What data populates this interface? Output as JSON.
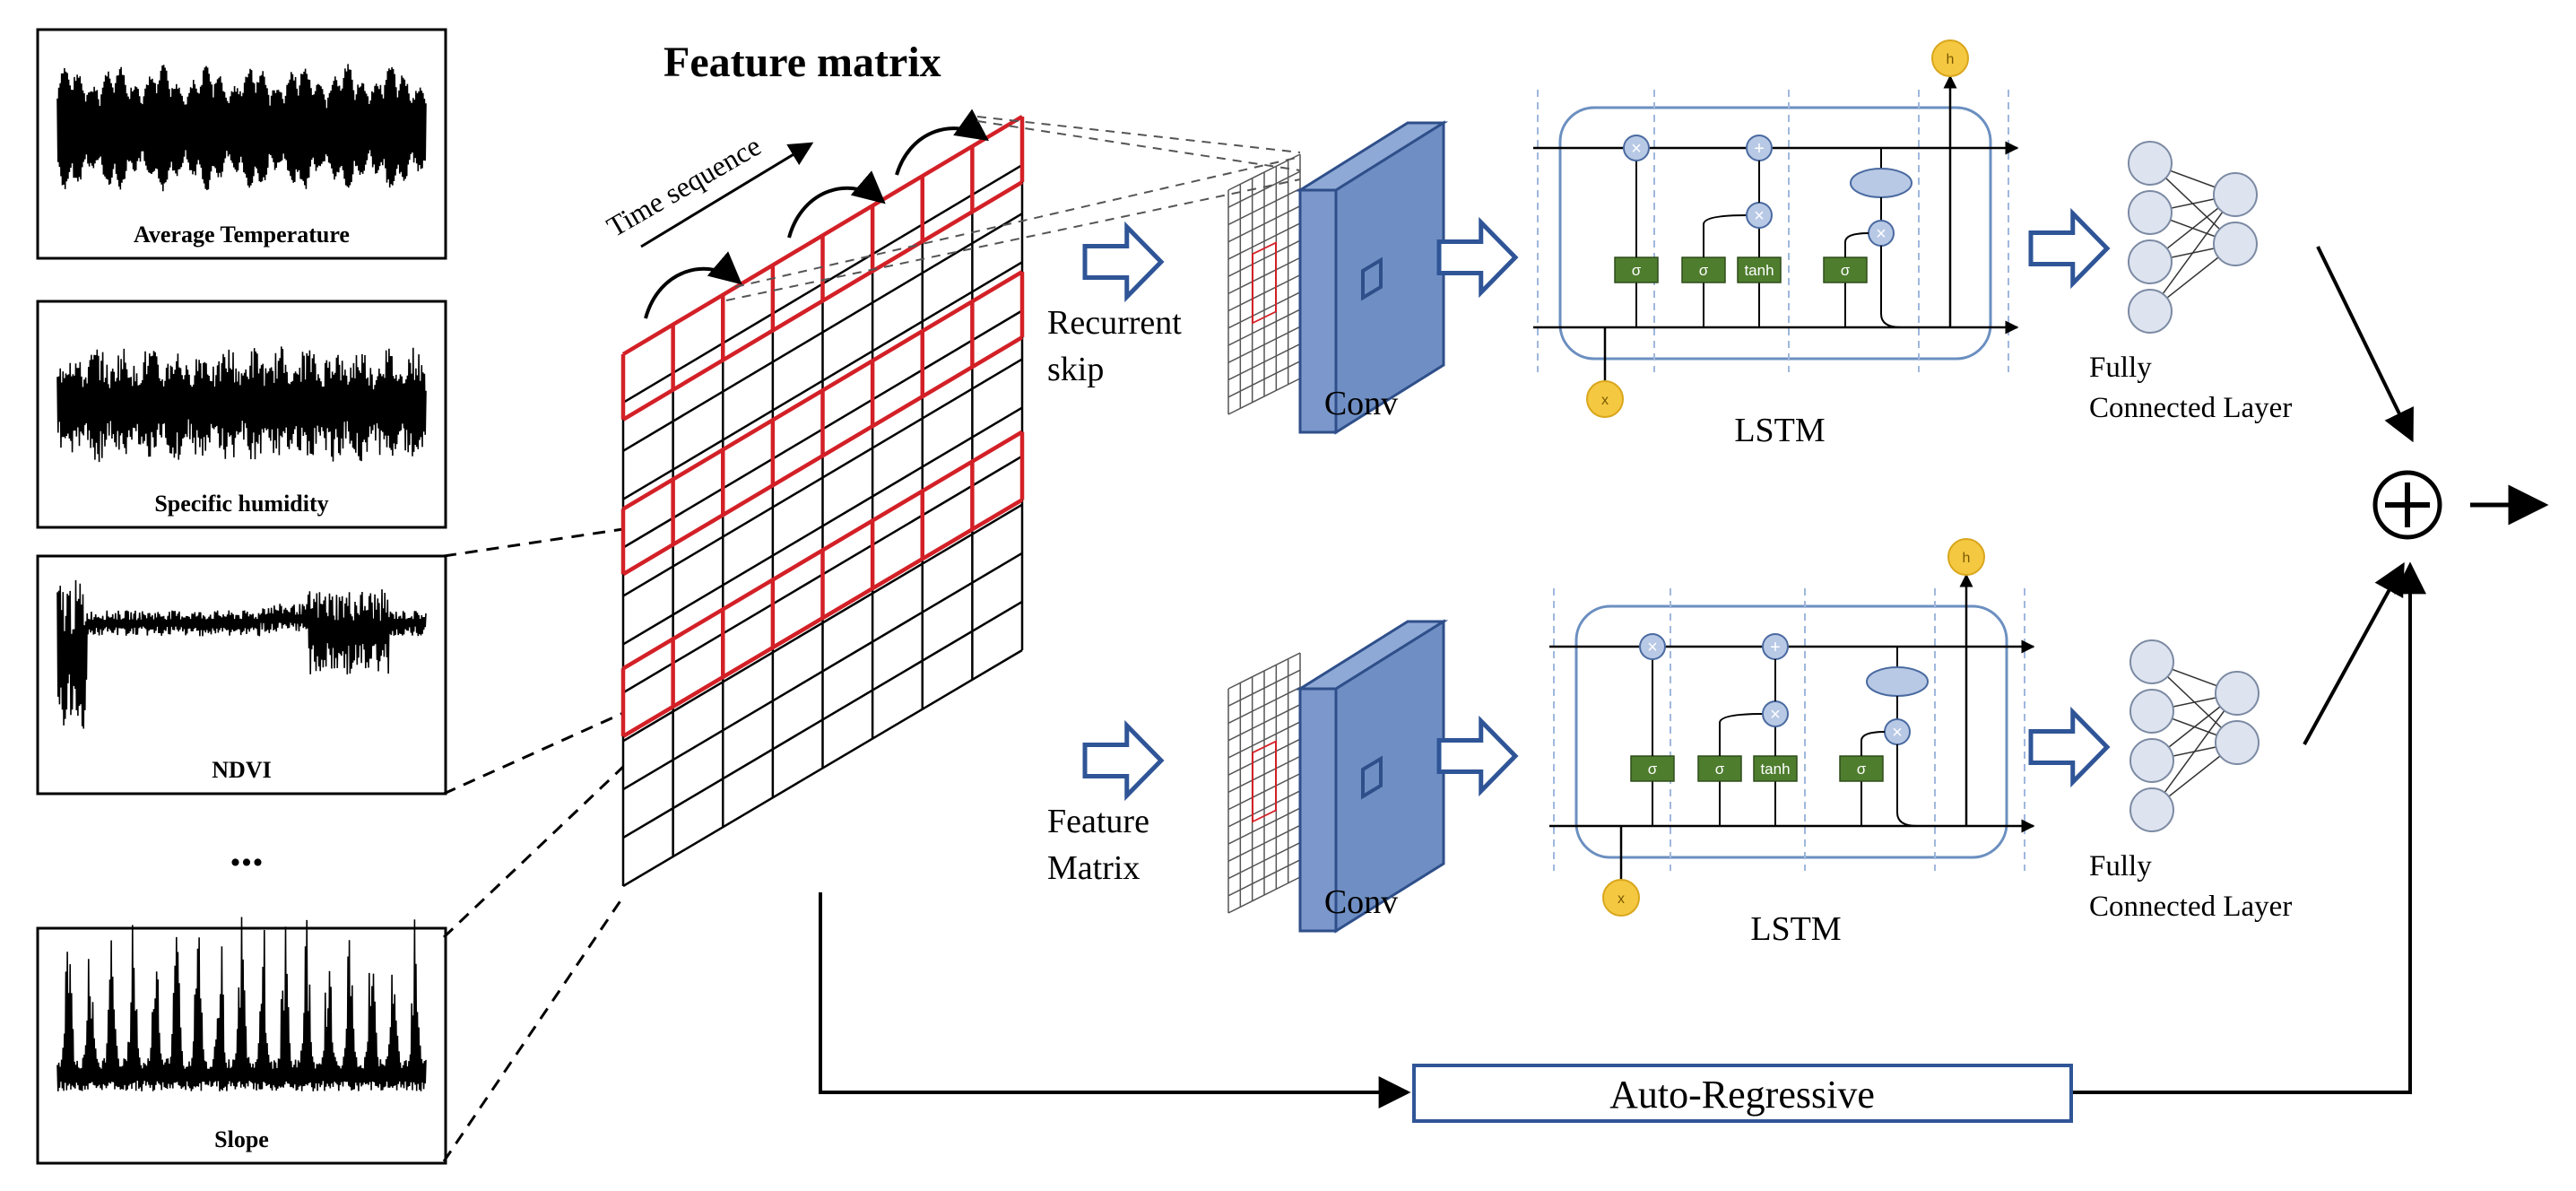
{
  "title": "Feature matrix",
  "time_sequence": "Time sequence",
  "input_series": [
    {
      "name": "Average Temperature"
    },
    {
      "name": "Specific humidity"
    },
    {
      "name": "NDVI"
    },
    {
      "name": "Slope"
    }
  ],
  "ellipsis": "...",
  "branches": [
    {
      "input_label": [
        "Recurrent",
        "skip"
      ],
      "conv_label": "Conv",
      "lstm_label": "LSTM",
      "fc_label": [
        "Fully",
        "Connected Layer"
      ]
    },
    {
      "input_label": [
        "Feature",
        "Matrix"
      ],
      "conv_label": "Conv",
      "lstm_label": "LSTM",
      "fc_label": [
        "Fully",
        "Connected Layer"
      ]
    }
  ],
  "lstm_gates": {
    "sigma": "σ",
    "tanh": "tanh",
    "multiply": "×",
    "add": "+",
    "h": "h",
    "x": "x"
  },
  "auto_regressive": "Auto-Regressive",
  "sum_symbol": "⊕",
  "colors": {
    "red_grid": "#d32027",
    "conv_blue": "#6f8fc4",
    "conv_dark": "#2f4f8a",
    "arrow_outline": "#2f5597",
    "lstm_border": "#6b8fc0",
    "gate_green": "#4e7d2e",
    "yellow_node": "#f5c842",
    "op_node": "#b8c9e6",
    "neuron": "#dde4f0",
    "ar_border": "#2f5597"
  }
}
